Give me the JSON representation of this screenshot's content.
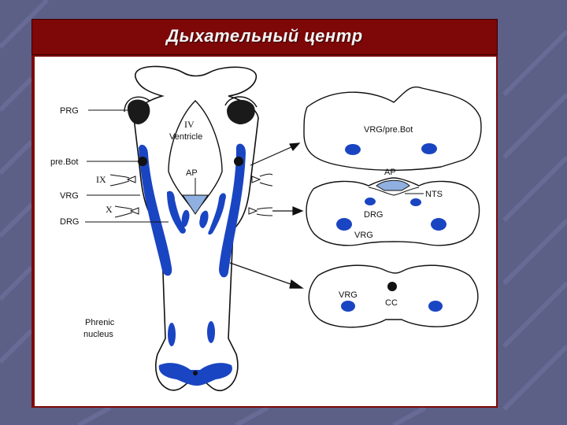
{
  "slide": {
    "title": "Дыхательный центр"
  },
  "diagram": {
    "left_labels": {
      "prg": "PRG",
      "prebot": "pre.Bot",
      "nerve_ix": "IX",
      "vrg": "VRG",
      "nerve_x": "X",
      "drg": "DRG",
      "phrenic_line1": "Phrenic",
      "phrenic_line2": "nucleus"
    },
    "brainstem_labels": {
      "ventricle_line1": "IV",
      "ventricle_line2": "Ventricle",
      "ap": "AP"
    },
    "section1": {
      "label": "VRG/pre.Bot"
    },
    "section2": {
      "ap": "AP",
      "nts": "NTS",
      "drg": "DRG",
      "vrg": "VRG"
    },
    "section3": {
      "vrg": "VRG",
      "cc": "CC"
    },
    "colors": {
      "nucleus_blue": "#1a45c2",
      "area_postrema": "#8fb0e0",
      "frame_red": "#7e0707",
      "background": "#5c5f86"
    }
  }
}
